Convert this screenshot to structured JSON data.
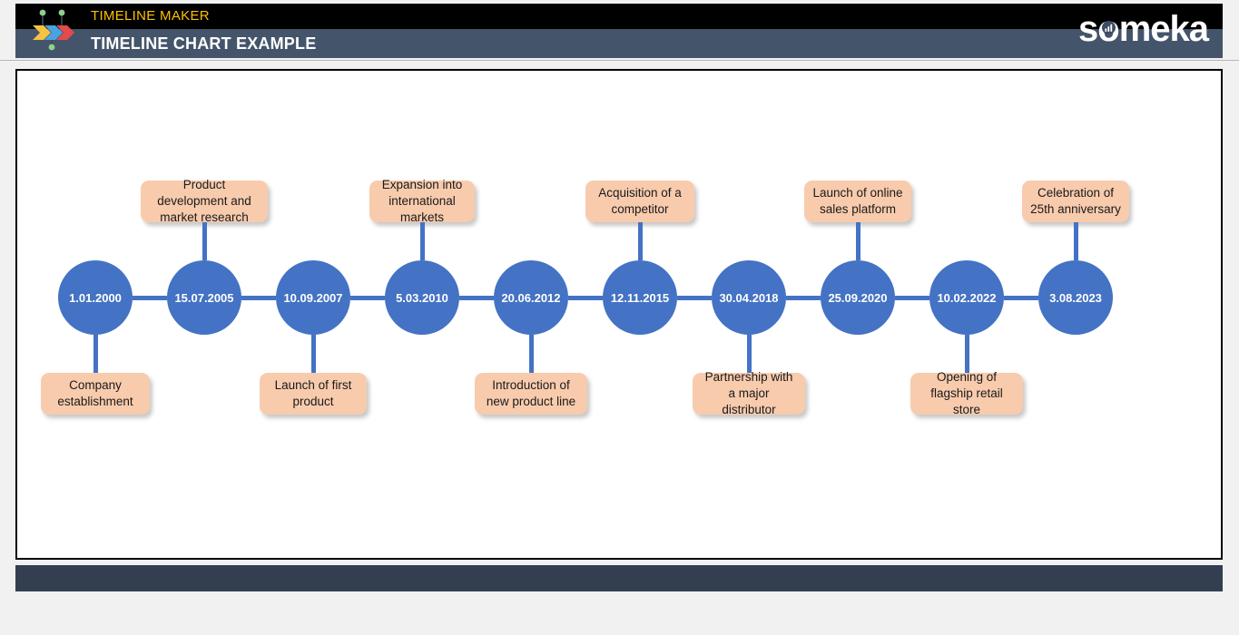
{
  "header": {
    "brand_title": "TIMELINE MAKER",
    "chart_title": "TIMELINE CHART EXAMPLE",
    "logo_text": "someka",
    "logo_icon": "chevron-arrows-logo",
    "colors": {
      "black_bar": "#000000",
      "slate_bar": "#44546A",
      "brand_yellow": "#FFC000",
      "footer_bar": "#333F50",
      "page_background": "#F1F1F1"
    }
  },
  "chart_data": {
    "type": "timeline",
    "title": "TIMELINE CHART EXAMPLE",
    "node_color": "#4472C4",
    "label_color": "#F8CBAD",
    "connector_color": "#4472C4",
    "events": [
      {
        "date": "1.01.2000",
        "label": "Company establishment",
        "position": "below"
      },
      {
        "date": "15.07.2005",
        "label": "Product development and market research",
        "position": "above"
      },
      {
        "date": "10.09.2007",
        "label": "Launch of first product",
        "position": "below"
      },
      {
        "date": "5.03.2010",
        "label": "Expansion into international markets",
        "position": "above"
      },
      {
        "date": "20.06.2012",
        "label": "Introduction of new product line",
        "position": "below"
      },
      {
        "date": "12.11.2015",
        "label": "Acquisition of a competitor",
        "position": "above"
      },
      {
        "date": "30.04.2018",
        "label": "Partnership with a major distributor",
        "position": "below"
      },
      {
        "date": "25.09.2020",
        "label": "Launch of online sales platform",
        "position": "above"
      },
      {
        "date": "10.02.2022",
        "label": "Opening of flagship retail store",
        "position": "below"
      },
      {
        "date": "3.08.2023",
        "label": "Celebration of 25th anniversary",
        "position": "above"
      }
    ]
  }
}
